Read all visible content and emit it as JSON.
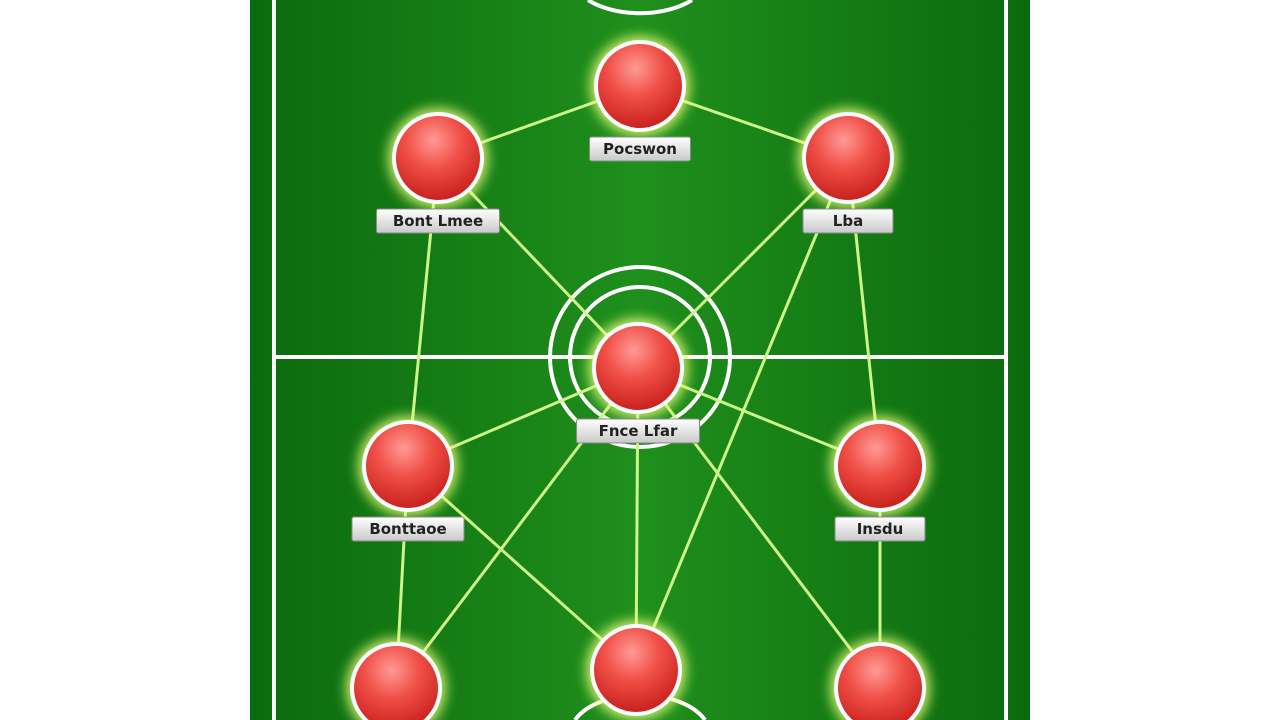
{
  "pitch": {
    "grass_light": "#1f8f1c",
    "grass_dark": "#0b6a0d",
    "line_color": "#ffffff",
    "link_color": "#cdf58a"
  },
  "players": [
    {
      "id": "p-top",
      "label": "Pocswon"
    },
    {
      "id": "p-left-top",
      "label": "Bont Lmee"
    },
    {
      "id": "p-right-top",
      "label": "Lba"
    },
    {
      "id": "p-center",
      "label": "Fnce Lfar"
    },
    {
      "id": "p-left-mid",
      "label": "Bonttaoe"
    },
    {
      "id": "p-right-mid",
      "label": "Insdu"
    },
    {
      "id": "p-bottom-left",
      "label": ""
    },
    {
      "id": "p-bottom-center",
      "label": ""
    },
    {
      "id": "p-bottom-right",
      "label": ""
    }
  ],
  "links": [
    [
      "p-top",
      "p-left-top"
    ],
    [
      "p-top",
      "p-right-top"
    ],
    [
      "p-left-top",
      "p-center"
    ],
    [
      "p-right-top",
      "p-center"
    ],
    [
      "p-left-top",
      "p-left-mid"
    ],
    [
      "p-right-top",
      "p-right-mid"
    ],
    [
      "p-right-top",
      "p-bottom-center"
    ],
    [
      "p-center",
      "p-left-mid"
    ],
    [
      "p-center",
      "p-right-mid"
    ],
    [
      "p-center",
      "p-bottom-left"
    ],
    [
      "p-center",
      "p-bottom-center"
    ],
    [
      "p-center",
      "p-bottom-right"
    ],
    [
      "p-left-mid",
      "p-bottom-left"
    ],
    [
      "p-left-mid",
      "p-bottom-center"
    ],
    [
      "p-right-mid",
      "p-bottom-right"
    ]
  ]
}
